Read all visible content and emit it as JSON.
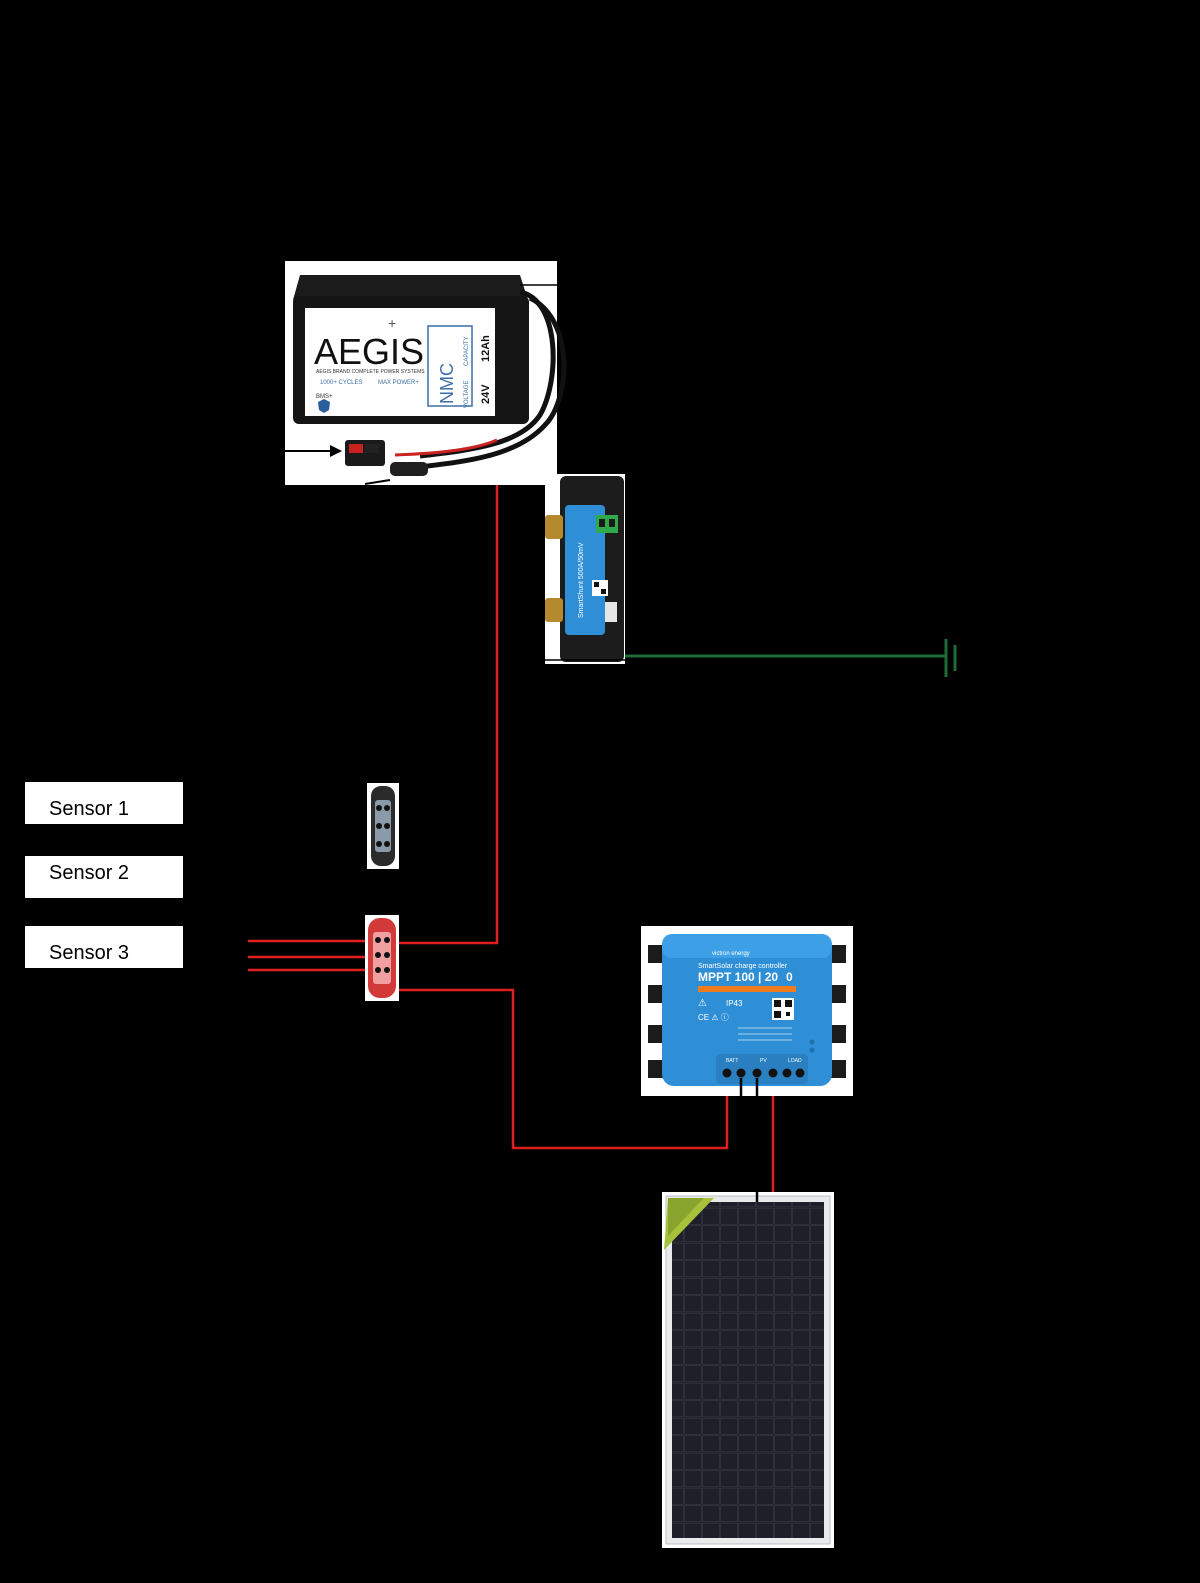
{
  "sensors": [
    {
      "label": "Sensor 1"
    },
    {
      "label": "Sensor 2"
    },
    {
      "label": "Sensor 3"
    }
  ],
  "battery": {
    "brand": "AEGIS",
    "tagline": "AEGIS BRAND COMPLETE POWER SYSTEMS",
    "cycles": "1000+ CYCLES",
    "max_power": "MAX POWER+",
    "chemistry": "NMC",
    "capacity_label": "CAPACITY",
    "capacity": "12Ah",
    "voltage_label": "VOLTAGE",
    "voltage": "24V",
    "bms_label": "BMS+"
  },
  "shunt": {
    "name": "SmartShunt 500A/50mV"
  },
  "mppt": {
    "brand": "victron energy",
    "title": "SmartSolar charge controller",
    "model": "MPPT 100 | 20",
    "model_suffix": "0",
    "ip_rating": "IP43",
    "terminal_batt": "BATT",
    "terminal_pv": "PV",
    "terminal_load": "LOAD"
  },
  "colors": {
    "background": "#000000",
    "wire_positive": "#e01e1e",
    "wire_ground": "#1e6b3a",
    "wire_black": "#000000",
    "victron_blue": "#2f8fd6",
    "victron_orange": "#f07b1d",
    "busbar_red": "#d23a3a",
    "busbar_black": "#2b2b2b",
    "panel_cell": "#1a1c24",
    "panel_corner": "#a7c23a"
  }
}
